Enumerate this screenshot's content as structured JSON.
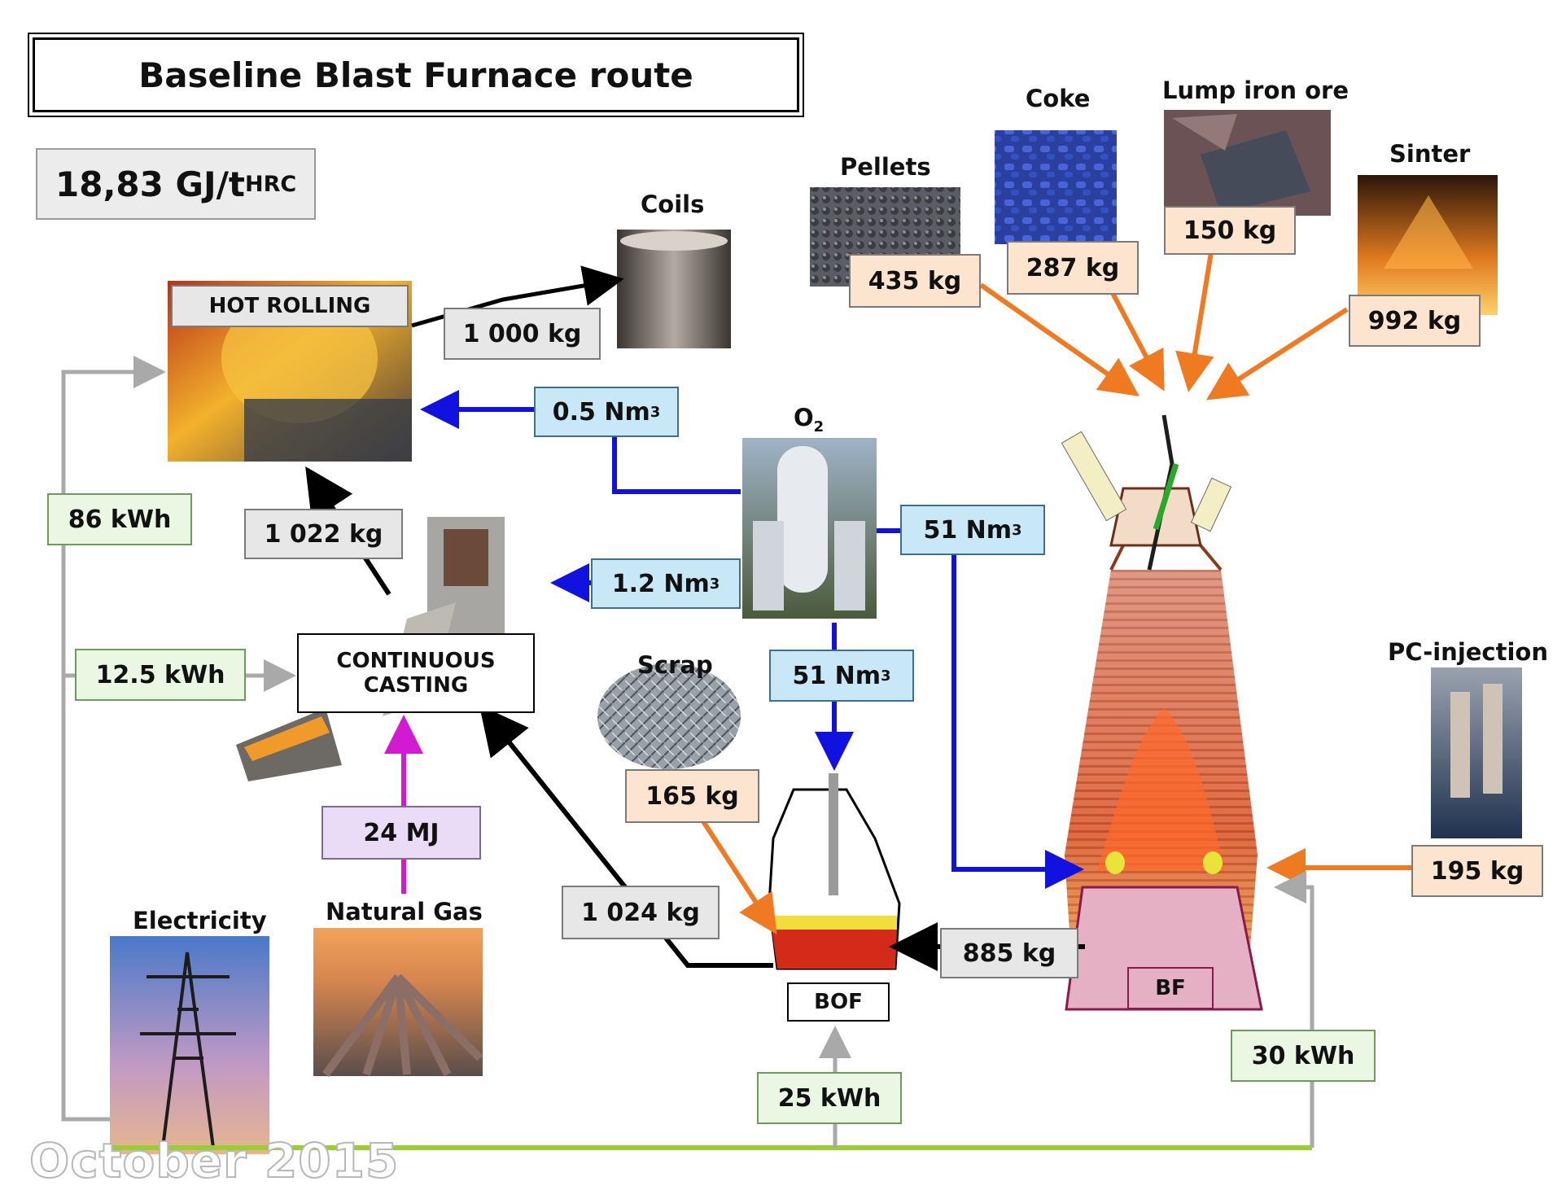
{
  "title": "Baseline Blast Furnace route",
  "energy": {
    "value": "18,83 GJ/t",
    "subscript": "HRC"
  },
  "image_labels": {
    "coils": "Coils",
    "pellets": "Pellets",
    "coke": "Coke",
    "lump_iron_ore": "Lump iron ore",
    "sinter": "Sinter",
    "o2": "O",
    "o2_subscript": "2",
    "scrap": "Scrap",
    "pc_injection": "PC-injection",
    "electricity": "Electricity",
    "natural_gas": "Natural Gas"
  },
  "process_labels": {
    "hot_rolling": "HOT ROLLING",
    "continuous_casting_line1": "CONTINUOUS",
    "continuous_casting_line2": "CASTING",
    "bof": "BOF",
    "bf": "BF"
  },
  "flows": {
    "coils_out": "1 000 kg",
    "pellets": "435 kg",
    "coke": "287 kg",
    "lump_iron_ore": "150 kg",
    "sinter": "992 kg",
    "o2_hot_rolling": "0.5 Nm",
    "o2_casting": "1.2 Nm",
    "o2_bf": "51 Nm",
    "o2_bof": "51 Nm",
    "nm_superscript": "3",
    "casting_to_rolling": "1 022 kg",
    "bof_to_casting": "1 024 kg",
    "bf_to_bof": "885 kg",
    "scrap": "165 kg",
    "pc_injection": "195 kg",
    "natural_gas": "24 MJ",
    "elec_hot_rolling": "86 kWh",
    "elec_casting": "12.5 kWh",
    "elec_bof": "25 kWh",
    "elec_bf": "30 kWh"
  },
  "watermark": "October 2015",
  "colors": {
    "solid_flow": "#000000",
    "raw_material_flow": "#f07a22",
    "oxygen_flow": "#1212e0",
    "natural_gas_flow": "#d31ad3",
    "electricity_flow": "#a9a9a9",
    "electricity_main_line": "#9acd32"
  }
}
